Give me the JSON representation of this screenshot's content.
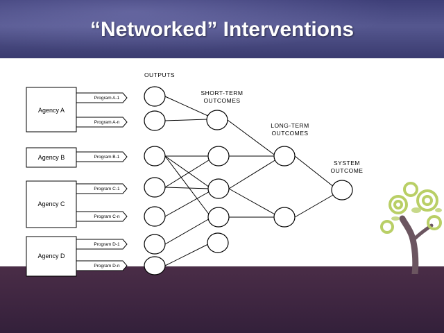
{
  "slide": {
    "title": "“Networked” Interventions"
  },
  "colors": {
    "header": "#4a4b84",
    "footer": "#3f2641",
    "tree_green": "#b9cf66",
    "tree_brown": "#6b5560"
  },
  "column_headers": {
    "outputs": "OUTPUTS",
    "short_term": [
      "SHORT-TERM",
      "OUTCOMES"
    ],
    "long_term": [
      "LONG-TERM",
      "OUTCOMES"
    ],
    "system": [
      "SYSTEM",
      "OUTCOME"
    ]
  },
  "agencies": [
    {
      "label": "Agency A",
      "programs": [
        "Program A-1",
        "Program A-n"
      ]
    },
    {
      "label": "Agency B",
      "programs": [
        "Program B-1"
      ]
    },
    {
      "label": "Agency C",
      "programs": [
        "Program C-1",
        "Program C-n"
      ]
    },
    {
      "label": "Agency D",
      "programs": [
        "Program D-1",
        "Program D-n"
      ]
    }
  ]
}
